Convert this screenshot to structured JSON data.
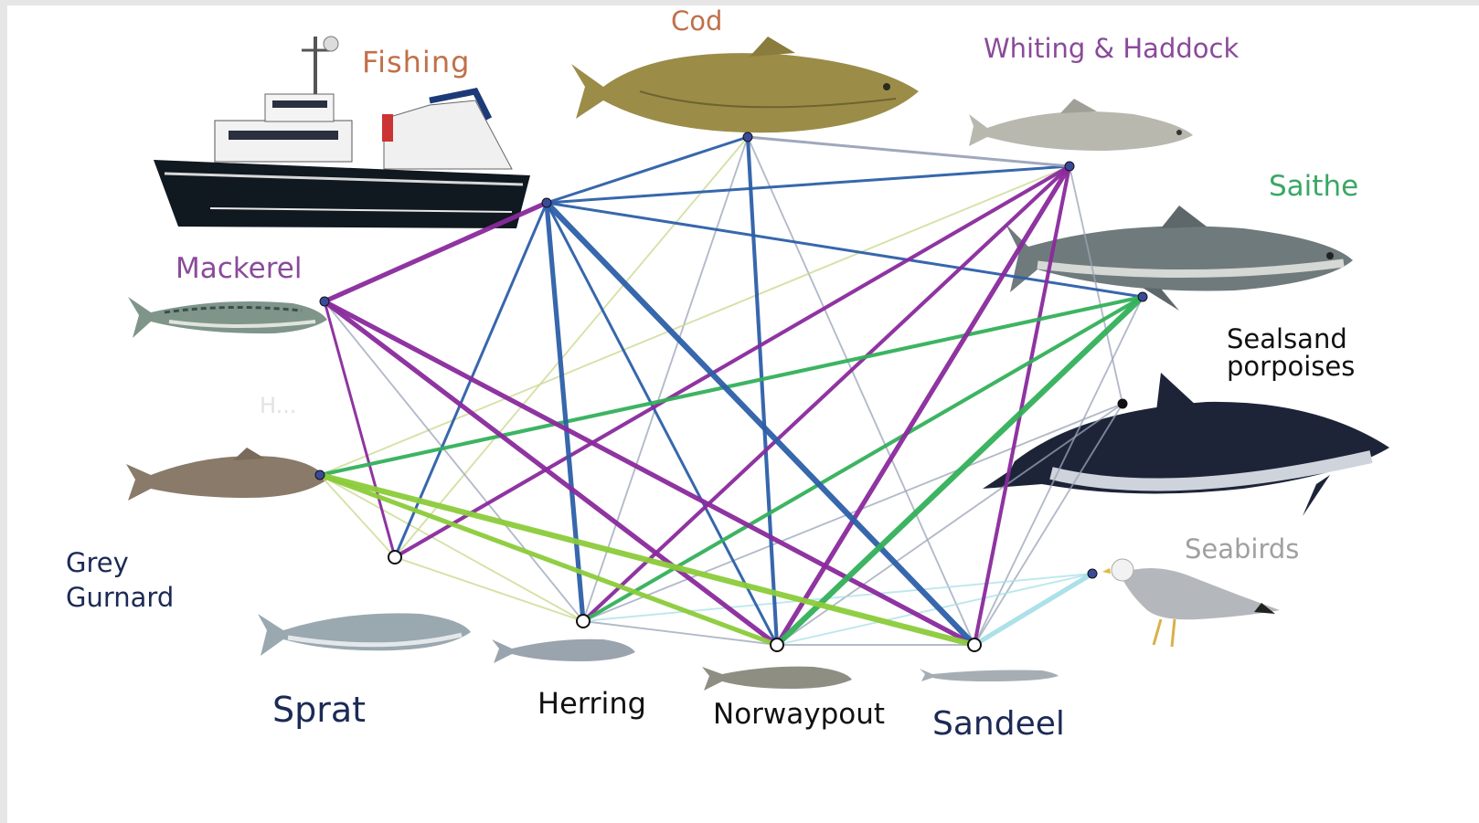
{
  "labels": {
    "cod": "Cod",
    "fishing": "Fishing",
    "whiting": "Whiting & Haddock",
    "saithe": "Saithe",
    "mackerel": "Mackerel",
    "seals": "Sealsand porpoises",
    "seabirds": "Seabirds",
    "grey_gurnard": "Grey Gurnard",
    "sprat": "Sprat",
    "herring": "Herring",
    "norwaypout": "Norwaypout",
    "sandeel": "Sandeel",
    "faint": "H..."
  },
  "colors": {
    "fishing_links": "#8a2a9c",
    "cod_links": "#2d5fa8",
    "saithe_links": "#33b05a",
    "sprat_links": "#8ccc3a",
    "minor_links": "#c8d88a",
    "seabird_links": "#a8e0e8",
    "grey_links": "#9aa4b8"
  },
  "nodes": [
    "fishing",
    "cod",
    "whiting",
    "saithe",
    "mackerel",
    "seals",
    "sprat",
    "herring",
    "norwaypout",
    "sandeel",
    "seabirds",
    "gurnard"
  ],
  "links": [
    {
      "from": "fishing",
      "to": "cod",
      "color": "cod_links",
      "weight": 2
    },
    {
      "from": "fishing",
      "to": "whiting",
      "color": "cod_links",
      "weight": 2
    },
    {
      "from": "fishing",
      "to": "saithe",
      "color": "cod_links",
      "weight": 2
    },
    {
      "from": "fishing",
      "to": "mackerel",
      "color": "fishing_links",
      "weight": 4
    },
    {
      "from": "fishing",
      "to": "sprat",
      "color": "cod_links",
      "weight": 2
    },
    {
      "from": "fishing",
      "to": "herring",
      "color": "cod_links",
      "weight": 4
    },
    {
      "from": "fishing",
      "to": "norwaypout",
      "color": "cod_links",
      "weight": 2
    },
    {
      "from": "fishing",
      "to": "sandeel",
      "color": "cod_links",
      "weight": 5
    },
    {
      "from": "cod",
      "to": "whiting",
      "color": "grey_links",
      "weight": 2
    },
    {
      "from": "cod",
      "to": "norwaypout",
      "color": "cod_links",
      "weight": 3
    },
    {
      "from": "cod",
      "to": "herring",
      "color": "grey_links",
      "weight": 1
    },
    {
      "from": "cod",
      "to": "sandeel",
      "color": "grey_links",
      "weight": 1
    },
    {
      "from": "cod",
      "to": "sprat",
      "color": "minor_links",
      "weight": 1
    },
    {
      "from": "whiting",
      "to": "sprat",
      "color": "fishing_links",
      "weight": 3
    },
    {
      "from": "whiting",
      "to": "herring",
      "color": "fishing_links",
      "weight": 3
    },
    {
      "from": "whiting",
      "to": "norwaypout",
      "color": "fishing_links",
      "weight": 4
    },
    {
      "from": "whiting",
      "to": "sandeel",
      "color": "fishing_links",
      "weight": 3
    },
    {
      "from": "whiting",
      "to": "seals",
      "color": "grey_links",
      "weight": 1
    },
    {
      "from": "whiting",
      "to": "gurnard",
      "color": "minor_links",
      "weight": 1
    },
    {
      "from": "mackerel",
      "to": "sprat",
      "color": "fishing_links",
      "weight": 2
    },
    {
      "from": "mackerel",
      "to": "norwaypout",
      "color": "fishing_links",
      "weight": 4
    },
    {
      "from": "mackerel",
      "to": "sandeel",
      "color": "fishing_links",
      "weight": 4
    },
    {
      "from": "mackerel",
      "to": "herring",
      "color": "grey_links",
      "weight": 1
    },
    {
      "from": "saithe",
      "to": "herring",
      "color": "saithe_links",
      "weight": 3
    },
    {
      "from": "saithe",
      "to": "norwaypout",
      "color": "saithe_links",
      "weight": 5
    },
    {
      "from": "saithe",
      "to": "gurnard",
      "color": "saithe_links",
      "weight": 3
    },
    {
      "from": "saithe",
      "to": "sandeel",
      "color": "grey_links",
      "weight": 1
    },
    {
      "from": "gurnard",
      "to": "norwaypout",
      "color": "sprat_links",
      "weight": 4
    },
    {
      "from": "gurnard",
      "to": "sandeel",
      "color": "sprat_links",
      "weight": 5
    },
    {
      "from": "gurnard",
      "to": "sprat",
      "color": "minor_links",
      "weight": 1
    },
    {
      "from": "gurnard",
      "to": "herring",
      "color": "minor_links",
      "weight": 1
    },
    {
      "from": "seals",
      "to": "sandeel",
      "color": "grey_links",
      "weight": 1
    },
    {
      "from": "seals",
      "to": "norwaypout",
      "color": "grey_links",
      "weight": 1
    },
    {
      "from": "seals",
      "to": "herring",
      "color": "grey_links",
      "weight": 1
    },
    {
      "from": "seabirds",
      "to": "sandeel",
      "color": "seabird_links",
      "weight": 4
    },
    {
      "from": "seabirds",
      "to": "norwaypout",
      "color": "seabird_links",
      "weight": 1
    },
    {
      "from": "seabirds",
      "to": "herring",
      "color": "seabird_links",
      "weight": 1
    },
    {
      "from": "sprat",
      "to": "herring",
      "color": "minor_links",
      "weight": 1
    },
    {
      "from": "herring",
      "to": "norwaypout",
      "color": "grey_links",
      "weight": 1
    },
    {
      "from": "norwaypout",
      "to": "sandeel",
      "color": "grey_links",
      "weight": 1
    }
  ]
}
